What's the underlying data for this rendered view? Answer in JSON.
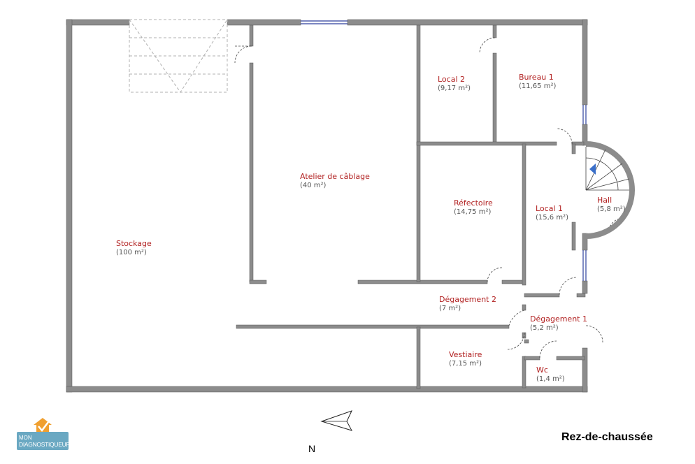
{
  "plan": {
    "level": "Rez-de-chaussée",
    "north": "N",
    "logo": {
      "line1": "MON",
      "line2": "DIAGNOSTIQUEUR"
    },
    "colors": {
      "wall": "#8c8c8c",
      "room_label": "#b22222",
      "area_label": "#555555",
      "window": "#2c3e9c",
      "logo": "#6aa8c2",
      "logo_accent": "#f0a030"
    },
    "rooms": [
      {
        "id": "stockage",
        "name": "Stockage",
        "area": "(100 m²)"
      },
      {
        "id": "atelier",
        "name": "Atelier de câblage",
        "area": "(40 m²)"
      },
      {
        "id": "local2",
        "name": "Local 2",
        "area": "(9,17 m²)"
      },
      {
        "id": "bureau1",
        "name": "Bureau 1",
        "area": "(11,65 m²)"
      },
      {
        "id": "refectoire",
        "name": "Réfectoire",
        "area": "(14,75 m²)"
      },
      {
        "id": "local1",
        "name": "Local 1",
        "area": "(15,6 m²)"
      },
      {
        "id": "hall",
        "name": "Hall",
        "area": "(5,8 m²)"
      },
      {
        "id": "degagement2",
        "name": "Dégagement 2",
        "area": "(7 m²)"
      },
      {
        "id": "degagement1",
        "name": "Dégagement 1",
        "area": "(5,2 m²)"
      },
      {
        "id": "vestiaire",
        "name": "Vestiaire",
        "area": "(7,15 m²)"
      },
      {
        "id": "wc",
        "name": "Wc",
        "area": "(1,4 m²)"
      }
    ]
  }
}
